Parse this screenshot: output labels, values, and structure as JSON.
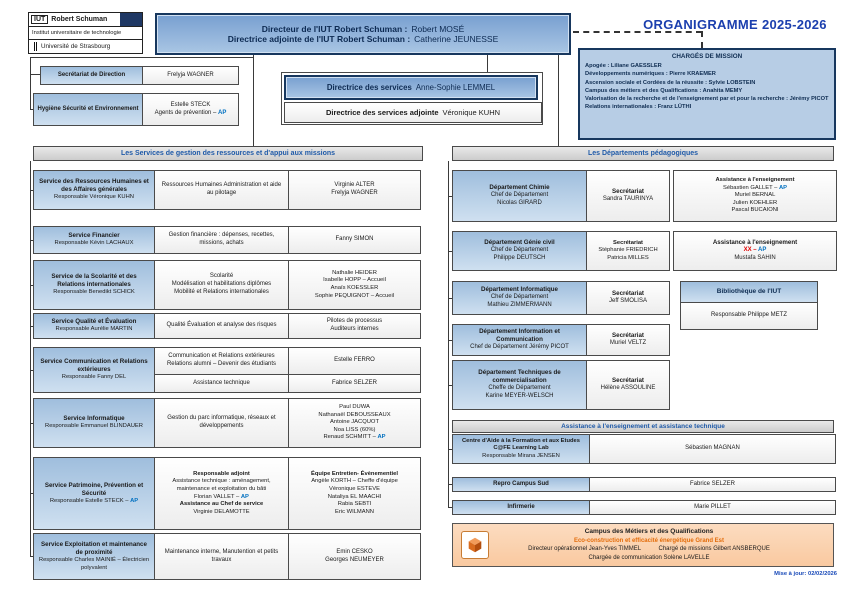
{
  "colors": {
    "navy": "#17375e",
    "header_blue": "#1f5aa8",
    "ap_blue": "#0070c0",
    "xx_red": "#e00000",
    "orange": "#e36c0a",
    "title_blue": "#1b3fae"
  },
  "tokens": {
    "ap": "AP",
    "xx": "XX – "
  },
  "logo": {
    "iut": "IUT",
    "brand": "Robert Schuman",
    "line2": "Institut universitaire de technologie",
    "line3": "Université de Strasbourg"
  },
  "title": {
    "text": "ORGANIGRAMME",
    "year": "2025-2026"
  },
  "direction": {
    "l1_label": "Directeur de l'IUT Robert Schuman :",
    "l1_name": "Robert MOSÉ",
    "l2_label": "Directrice adjointe de l'IUT Robert Schuman :",
    "l2_name": "Catherine JEUNESSE"
  },
  "charges": {
    "title": "CHARGÉS DE MISSION",
    "items": [
      "Apogée : Liliane GAESSLER",
      "Développements numériques : Pierre KRAEMER",
      "Ascension sociale et Cordées de la réussite : Sylvie LOBSTEIN",
      "Campus des métiers et des Qualifications : Anahita MEMY",
      "Valorisation de la recherche et de l'enseignement par et pour la recherche : Jérémy PICOT",
      "Relations internationales : Franz LÜTHI"
    ]
  },
  "secretariat": {
    "label": "Secrétariat de Direction",
    "name": "Frelyja WAGNER"
  },
  "hse": {
    "label": "Hygiène Sécurité et Environnement",
    "name1": "Estelle STECK",
    "name2": "Agents de prévention – "
  },
  "services_dir": {
    "l1_label": "Directrice des services",
    "l1_name": "Anne-Sophie LEMMEL",
    "l2_label": "Directrice des services adjointe",
    "l2_name": "Véronique KUHN"
  },
  "services": {
    "header": "Les Services de gestion des ressources et d'appui aux missions",
    "rows": [
      {
        "title": "Service des Ressources Humaines et des Affaires générales",
        "resp": "Responsable Véronique KUHN",
        "mid": [
          "Ressources Humaines Administration et aide au pilotage"
        ],
        "names": [
          "Virginie ALTER",
          "Frelyja WAGNER"
        ]
      },
      {
        "title": "Service Financier",
        "resp": "Responsable Kévin LACHAUX",
        "mid": [
          "Gestion financière : dépenses, recettes, missions, achats"
        ],
        "names": [
          "Fanny SIMON"
        ]
      },
      {
        "title": "Service de la Scolarité et des Relations internationales",
        "resp": "Responsable Benedikt SCHICK",
        "mid": [
          "Scolarité",
          "Modélisation et habilitations diplômes",
          "Mobilité et Relations internationales"
        ],
        "names": [
          "Nathalie HEIDER",
          "Isabelle HOPP – Accueil",
          "Anaïs KOESSLER",
          "Sophie PEQUIGNOT – Accueil"
        ]
      },
      {
        "title": "Service Qualité et Évaluation",
        "resp": "Responsable Aurélie MARTIN",
        "mid": [
          "Qualité Évaluation et analyse des risques"
        ],
        "names": [
          "Pilotes de processus",
          "Auditeurs internes"
        ]
      },
      {
        "title": "Service Communication et Relations extérieures",
        "resp": "Responsable Fanny DEL",
        "subA_mid": [
          "Communication et Relations extérieures",
          "Relations alumni – Devenir des étudiants"
        ],
        "subA_name": "Estelle FERRO",
        "subB_mid": "Assistance technique",
        "subB_name": "Fabrice SELZER"
      },
      {
        "title": "Service Informatique",
        "resp": "Responsable Emmanuel BLINDAUER",
        "mid": [
          "Gestion du parc informatique, réseaux et développements"
        ],
        "names": [
          "Paul DUWA",
          "Nathanaël DEBOUSSEAUX",
          "Antoine JACQUOT",
          "Noa LISS (60%)"
        ],
        "name_ap": "Renaud SCHMITT – "
      },
      {
        "title": "Service Patrimoine, Prévention et Sécurité",
        "resp": "Responsable Estelle STECK – ",
        "mid_h1": "Responsable adjoint",
        "mid_1": "Assistance technique : aménagement, maintenance et exploitation du bâti",
        "mid_ap": "Florian VALLET – ",
        "mid_h2": "Assistance au Chef de service",
        "mid_2": "Virginie DELAMOTTE",
        "names_h": "Équipe Entretien- Évènementiel",
        "names": [
          "Angèle KORTH – Cheffe d'équipe",
          "Véronique ESTEVE",
          "Nataliya EL MAACHI",
          "Rabia SEBTI",
          "Eric WILMANN"
        ]
      },
      {
        "title": "Service Exploitation et maintenance de proximité",
        "resp": "Responsable Charles MAINIÉ – Électricien polyvalent",
        "mid": [
          "Maintenance interne, Manutention et petits travaux"
        ],
        "names": [
          "Emin CESKO",
          "Georges NEUMEYER"
        ]
      }
    ]
  },
  "departments": {
    "header": "Les Départements pédagogiques",
    "rows": [
      {
        "title": "Département Chimie",
        "line2": "Chef de Département",
        "line3": "Nicolas GIRARD",
        "sec_title": "Secrétariat",
        "sec": [
          "Sandra TAURINYA"
        ],
        "asst_title": "Assistance à l'enseignement",
        "asst_ap_pre": "Sébastien GALLET – ",
        "asst": [
          "Muriel BERNAL",
          "Julien KOEHLER",
          "Pascal BUCAIONI"
        ]
      },
      {
        "title": "Département Génie civil",
        "line2": "Chef de Département",
        "line3": "Philippe DEUTSCH",
        "sec_title": "Secrétariat",
        "sec": [
          "Stéphanie FRIEDRICH",
          "Patricia MILLES"
        ],
        "asst_title": "Assistance à l'enseignement",
        "asst": [
          "Mustafa SAHIN"
        ]
      },
      {
        "title": "Département Informatique",
        "line2": "Chef de Département",
        "line3": "Mathieu ZIMMERMANN",
        "sec_title": "Secrétariat",
        "sec": [
          "Jeff SMOLISA"
        ]
      },
      {
        "title": "Département Information et Communication",
        "line2": "Chef de Département Jérémy PICOT",
        "sec_title": "Secrétariat",
        "sec": [
          "Muriel VELTZ"
        ]
      },
      {
        "title": "Département Techniques de commercialisation",
        "line2": "Cheffe de Département",
        "line3": "Karine MEYER-WELSCH",
        "sec_title": "Secrétariat",
        "sec": [
          "Hélène ASSOULINE"
        ]
      }
    ]
  },
  "library": {
    "title": "Bibliothèque de l'IUT",
    "body": "Responsable Philippe METZ"
  },
  "assistance": {
    "header": "Assistance à l'enseignement et assistance technique",
    "rows": [
      {
        "label": "Centre d'Aide à la Formation et aux Etudes C@FE Learning Lab",
        "resp": "Responsable Mirana JENSEN",
        "value": "Sébastien MAGNAN"
      },
      {
        "label": "Repro Campus Sud",
        "value": "Fabrice SELZER"
      },
      {
        "label": "Infirmerie",
        "value": "Marie PILLET"
      }
    ]
  },
  "campus": {
    "title": "Campus des Métiers et des Qualifications",
    "subtitle": "Eco-construction et efficacité énergétique Grand Est",
    "line3a": "Directeur opérationnel Jean-Yves TIMMEL",
    "line3b": "Chargé de missions Gilbert ANSBERQUE",
    "line4": "Chargée de communication Solène LAVELLE"
  },
  "footer": {
    "updated": "Mise à jour: 02/02/2026"
  }
}
